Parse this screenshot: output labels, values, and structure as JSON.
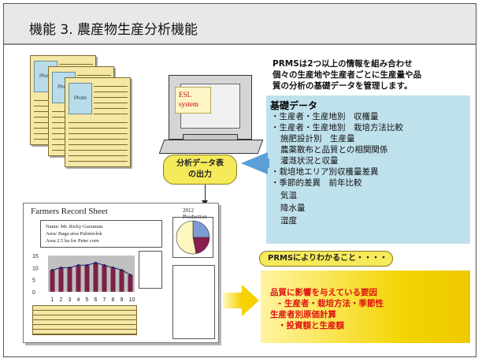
{
  "title": "機能 3.  農産物生産分析機能",
  "forms": {
    "photo_label": "Photo"
  },
  "system": {
    "line1": "ESL",
    "line2": "system"
  },
  "description": {
    "line1": "PRMSは2つ以上の情報を組み合わせ",
    "line2": "個々の生産地や生産者ごとに生産量や品",
    "line3": "質の分析の基礎データを管理します。"
  },
  "basic_data": {
    "heading": "基礎データ",
    "items": [
      "・生産者・生産地別　収穫量",
      "・生産者・生産地別　栽培方法比較",
      "施肥設計別　生産量",
      "農薬散布と品質との相関関係",
      "灌漑状況と収量",
      "・栽培地エリア別収穫量差異",
      "・季節的差異　前年比較",
      "気温",
      "降水量",
      "湿度"
    ]
  },
  "output_label": {
    "line1": "分析データ表",
    "line2": "の出力"
  },
  "record_sheet": {
    "title": "Farmers Record Sheet",
    "year": "2012 Production",
    "info": {
      "name": "Name:  Mr. Ricky Guzuman",
      "area": "Area/ Baga area Palomolok",
      "size": "Area 2.5 ha for Peter corn"
    }
  },
  "chart_data": {
    "type": "bar",
    "categories": [
      "1",
      "2",
      "3",
      "4",
      "5",
      "6",
      "7",
      "8",
      "9",
      "10"
    ],
    "series": [
      {
        "values": [
          9,
          10,
          10,
          11,
          11,
          12,
          11,
          10,
          9,
          7
        ]
      },
      {
        "values": [
          9,
          10,
          10,
          11,
          11,
          12,
          11,
          10,
          9,
          7
        ]
      }
    ],
    "yticks": [
      "0",
      "5",
      "10",
      "15"
    ],
    "ylim": [
      0,
      15
    ],
    "colors": {
      "bars": "#7b2148",
      "line": "#1f1f6e",
      "background": "#c0c0c0"
    }
  },
  "pie": {
    "slices": [
      0.25,
      0.22,
      0.53
    ],
    "colors": [
      "#7f9bd4",
      "#8a1f4e",
      "#fff7c0"
    ]
  },
  "result": {
    "tag": "PRMSによりわかること・・・・",
    "lines": [
      "品質に影響を与えている要因",
      "- 生産者・栽培方法・季節性",
      "生産者別原価計算",
      "・投資額と生産額"
    ]
  },
  "colors": {
    "panel_blue": "#bfe1ec",
    "highlight_yellow": "#f4ea5a",
    "result_red": "#e01010"
  }
}
